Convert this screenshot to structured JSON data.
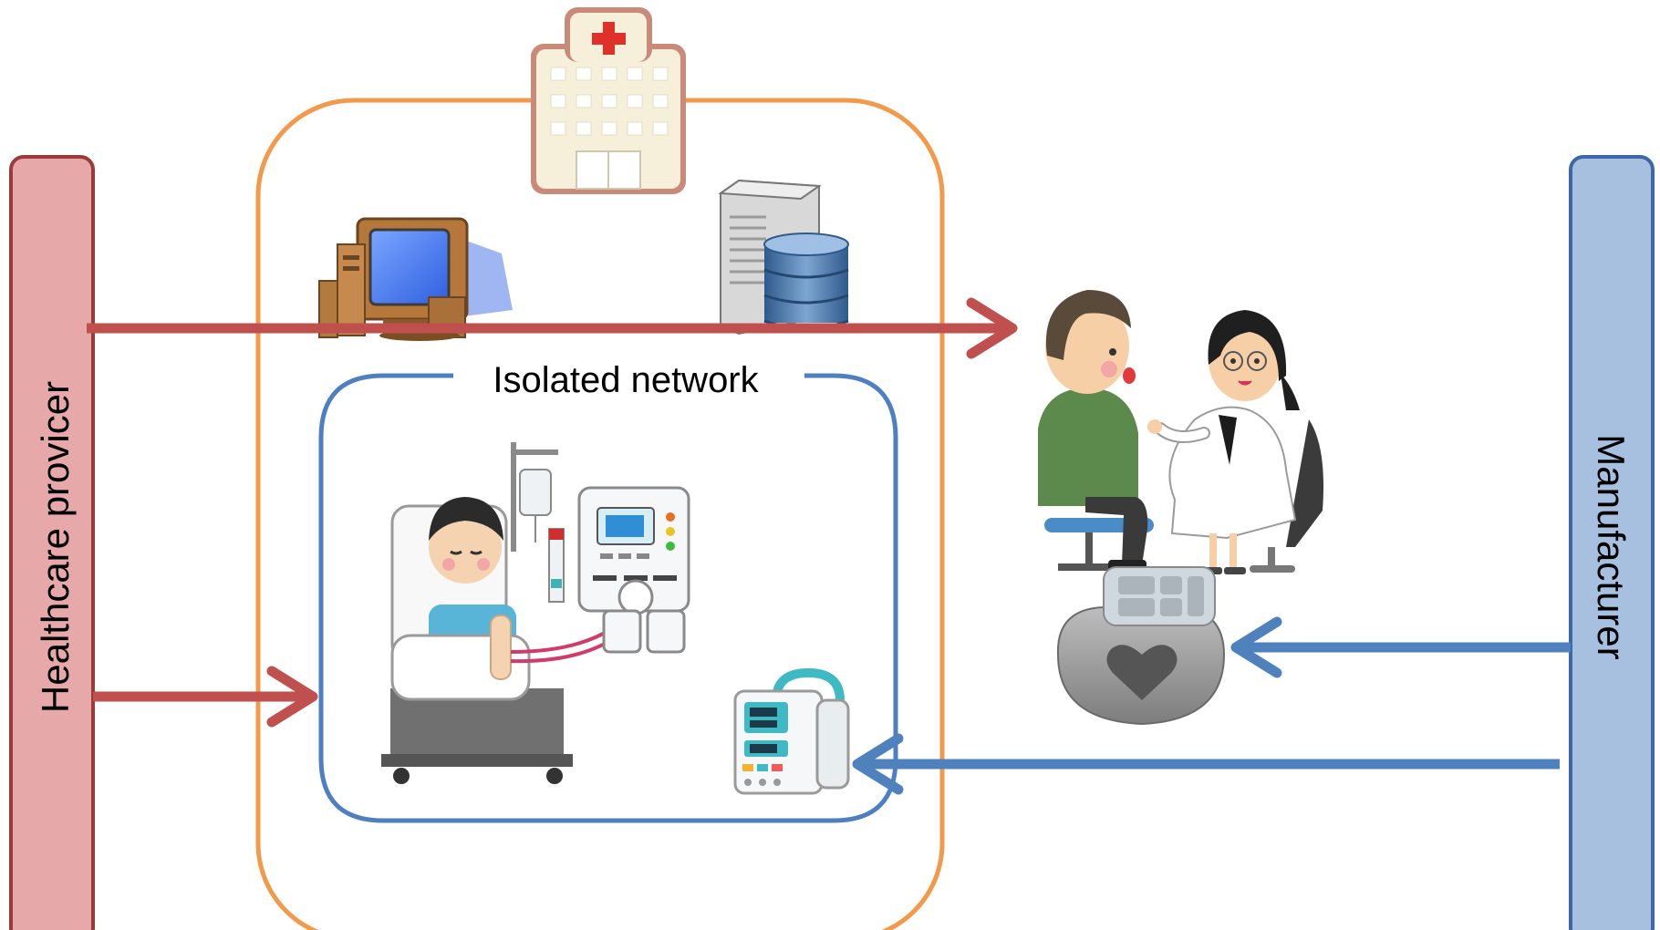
{
  "labels": {
    "left_bar": "Healthcare provicer",
    "right_bar": "Manufacturer",
    "isolated_network": "Isolated network"
  },
  "colors": {
    "provider_fill": "#e6a8a8",
    "provider_stroke": "#9b3a3a",
    "manufacturer_fill": "#a8c0e0",
    "manufacturer_stroke": "#3d67a8",
    "hospital_boundary": "#f29a4a",
    "isolated_boundary": "#4e7fc0",
    "red_arrow": "#c0504d",
    "blue_arrow": "#4f81bd"
  },
  "icons": [
    "hospital-icon",
    "desktop-computer-icon",
    "server-database-icon",
    "dialysis-patient-icon",
    "infusion-pump-icon",
    "doctor-patient-consultation-icon",
    "implantable-pacemaker-icon"
  ]
}
